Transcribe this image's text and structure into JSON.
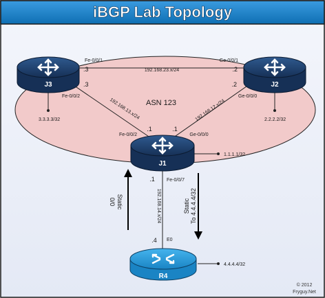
{
  "title": "iBGP Lab Topology",
  "asn_label": "ASN 123",
  "credit": {
    "year": "© 2012",
    "site": "Fryguy.Net"
  },
  "colors": {
    "title_bar": "#157dc3",
    "background": "#eef1fa",
    "asn_fill": "#f2caca",
    "router_juniper": "#22416a",
    "router_cisco": "#2ea3e3"
  },
  "icons": {
    "juniper_router": "juniper-router-icon",
    "cisco_router": "cisco-router-icon"
  },
  "routers": {
    "j3": {
      "name": "J3",
      "loopback": "3.3.3.3/32"
    },
    "j2": {
      "name": "J2",
      "loopback": "2.2.2.2/32"
    },
    "j1": {
      "name": "J1",
      "loopback": "1.1.1.1/32"
    },
    "r4": {
      "name": "R4",
      "loopback": "4.4.4.4/32"
    }
  },
  "links": {
    "j3_j2": {
      "subnet": "192.168.23.x/24",
      "iface_a": "Fe-0/0/1",
      "iface_b": "Ge-0/0/1",
      "octet_a": ".3",
      "octet_b": ".2"
    },
    "j3_j1": {
      "subnet": "192.168.13.x/24",
      "iface_a": "Fe-0/0/2",
      "iface_b": "Fe-0/0/2",
      "octet_a": ".3",
      "octet_b": ".1"
    },
    "j2_j1": {
      "subnet": "192.168.12.x/24",
      "iface_a": "Ge-0/0/0",
      "iface_b": "Ge-0/0/0",
      "octet_a": ".2",
      "octet_b": ".1"
    },
    "j1_r4": {
      "subnet": "192.168.14.x/24",
      "iface_a": "Fe-0/0/7",
      "iface_b": "E0",
      "octet_a": ".1",
      "octet_b": ".4"
    }
  },
  "static_routes": {
    "left": {
      "line1": "Static",
      "line2": "0/0"
    },
    "right": {
      "line1": "Static",
      "line2": "To 4.4.4.4/32"
    }
  }
}
